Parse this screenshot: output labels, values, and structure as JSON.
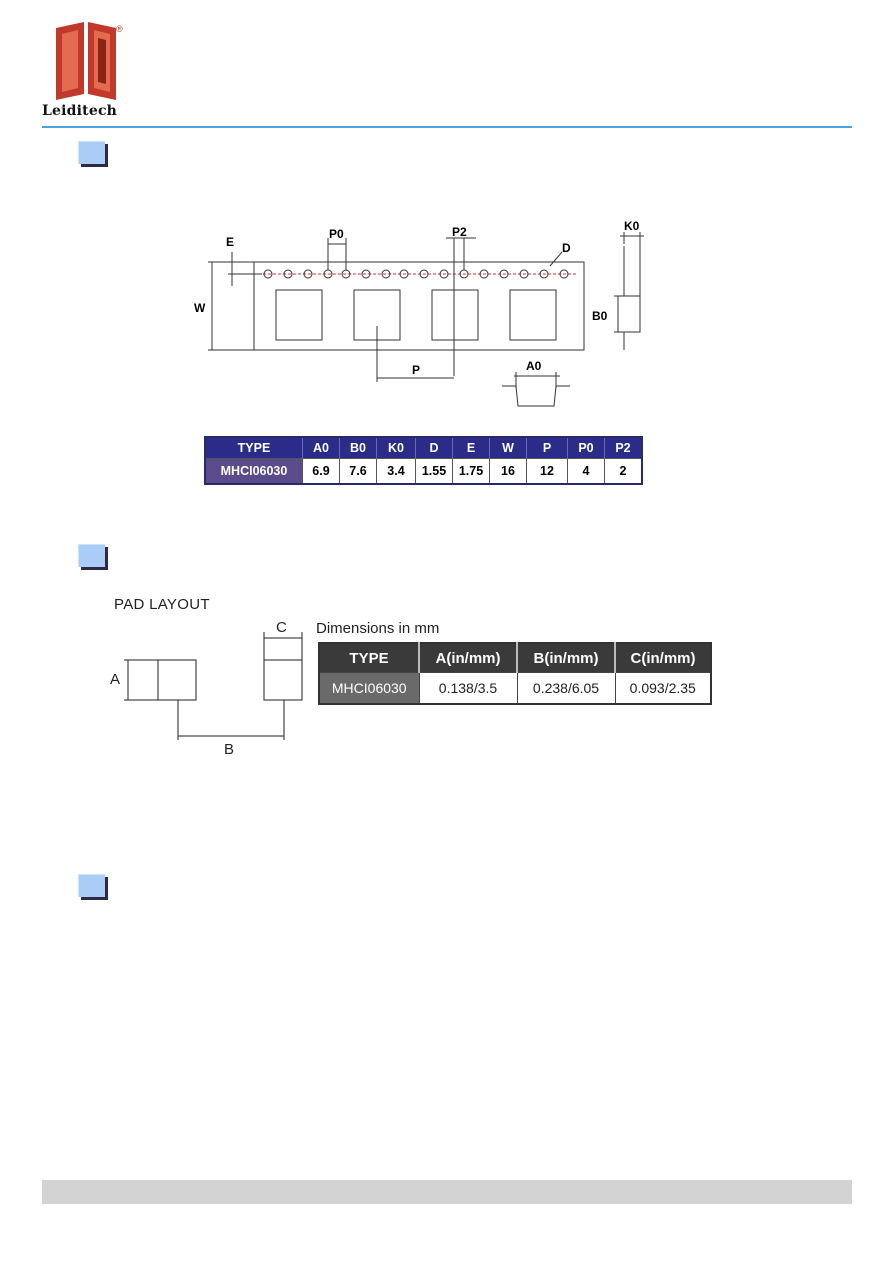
{
  "brand": {
    "name": "Leiditech",
    "registered_mark": "®",
    "colors": {
      "logo_red": "#c0392b",
      "rule_blue": "#4aa3df",
      "table_header": "#2b2b8a",
      "type_cell": "#5a4b8a"
    }
  },
  "tape_drawing": {
    "labels": {
      "E": "E",
      "P0": "P0",
      "P2": "P2",
      "D": "D",
      "W": "W",
      "P": "P",
      "A0": "A0",
      "B0": "B0",
      "K0": "K0"
    }
  },
  "tape_table": {
    "headers": [
      "TYPE",
      "A0",
      "B0",
      "K0",
      "D",
      "E",
      "W",
      "P",
      "P0",
      "P2"
    ],
    "row": [
      "MHCI06030",
      "6.9",
      "7.6",
      "3.4",
      "1.55",
      "1.75",
      "16",
      "12",
      "4",
      "2"
    ]
  },
  "pad_layout": {
    "title": "PAD LAYOUT",
    "dims_label": "Dimensions in mm",
    "labels": {
      "A": "A",
      "B": "B",
      "C": "C"
    },
    "table": {
      "headers": [
        "TYPE",
        "A(in/mm)",
        "B(in/mm)",
        "C(in/mm)"
      ],
      "row": [
        "MHCI06030",
        "0.138/3.5",
        "0.238/6.05",
        "0.093/2.35"
      ]
    }
  }
}
